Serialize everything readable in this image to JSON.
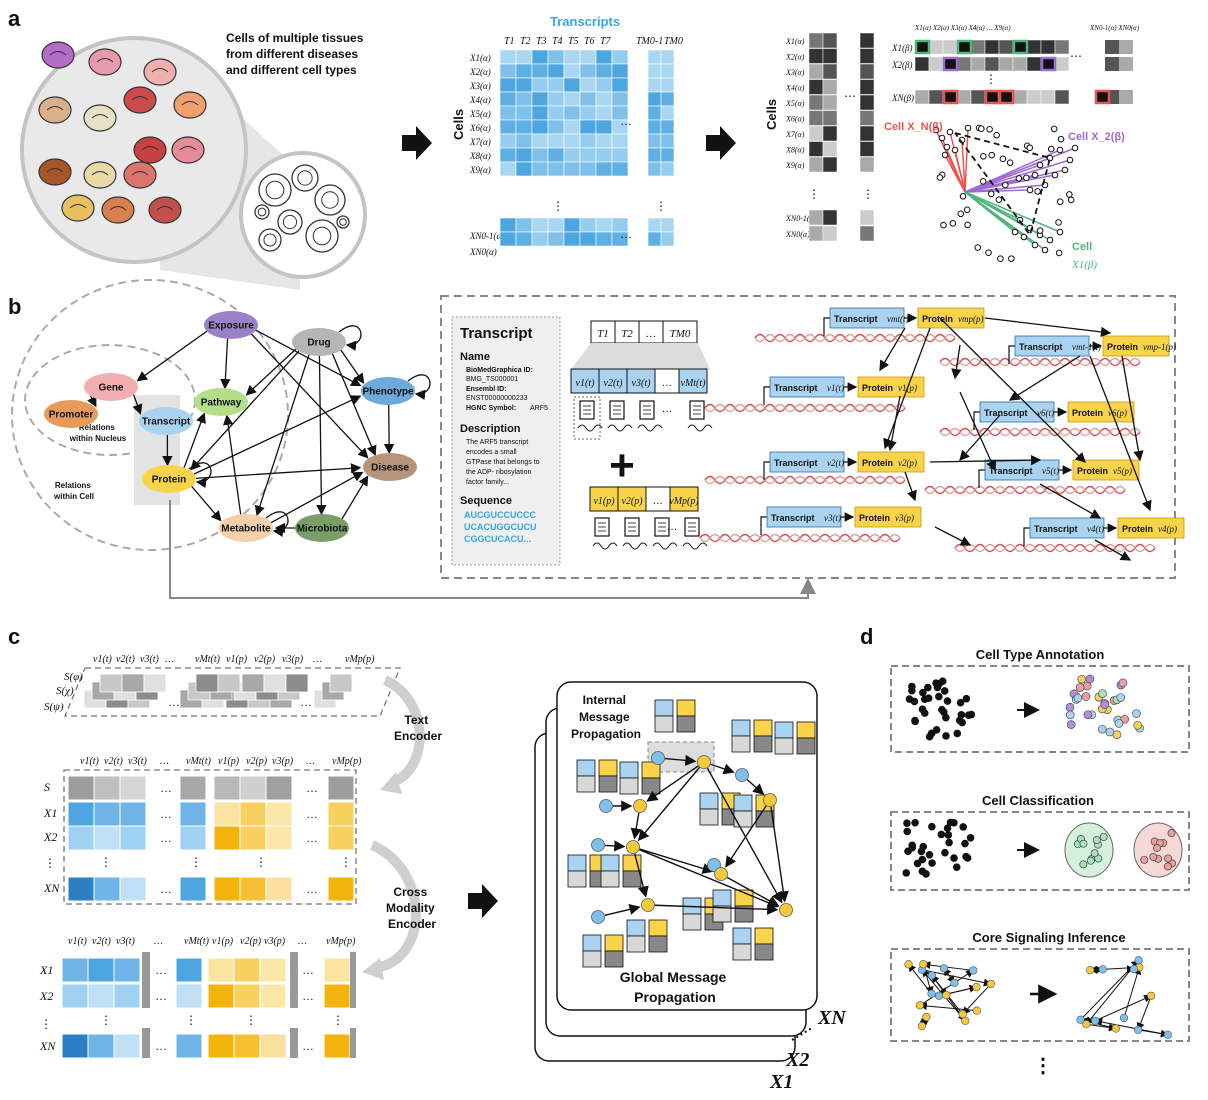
{
  "panels": [
    "a",
    "b",
    "c",
    "d"
  ],
  "panel_a": {
    "tissues_caption": [
      "Cells of multiple tissues",
      "from different diseases",
      "and different cell types"
    ],
    "transcripts_label": "Transcripts",
    "cells_label": "Cells",
    "col_headers": [
      "T1",
      "T2",
      "T3",
      "T4",
      "T5",
      "T6",
      "T7",
      "TM0-1",
      "TM0"
    ],
    "row_headers": [
      "X1(α)",
      "X2(α)",
      "X3(α)",
      "X4(α)",
      "X5(α)",
      "X6(α)",
      "X7(α)",
      "X8(α)",
      "X9(α)",
      "XN0-1(α)",
      "XN0(α)"
    ],
    "ellipsis": "…",
    "cell_n_label": "Cell X_N(β)",
    "cell_2_label": "Cell X_2(β)",
    "cell_1_label": "Cell",
    "cell_1_sub": "X1(β)",
    "beta_rows": [
      "X1(β)",
      "X2(β)",
      "XN(β)"
    ]
  },
  "panel_b": {
    "graph_nodes": [
      "Exposure",
      "Drug",
      "Gene",
      "Pathway",
      "Phenotype",
      "Promoter",
      "Transcript",
      "Disease",
      "Protein",
      "Metabolite",
      "Microbiota"
    ],
    "nucleus_label": [
      "Relations",
      "within Nucleus"
    ],
    "cell_label": [
      "Relations",
      "within Cell"
    ],
    "card_title": "Transcript",
    "name_heading": "Name",
    "name_lines": [
      {
        "k": "BioMedGraphica ID:",
        "v": "BMG_TS000001"
      },
      {
        "k": "Ensembl ID:",
        "v": "ENST00000000233"
      },
      {
        "k": "HGNC Symbol:",
        "v": "ARF5"
      }
    ],
    "description_heading": "Description",
    "description_lines": [
      "The ARF5 transcript",
      "encodes a small",
      "GTPase that belongs to",
      "the ADP- ribosylation",
      "factor family..."
    ],
    "sequence_heading": "Sequence",
    "sequence_lines": [
      "AUCGUCCUCCC",
      "UCACUGGCUCU",
      "CGGCUCACU..."
    ],
    "t_row": [
      "T1",
      "T2",
      "…",
      "TM0"
    ],
    "v_t_row": [
      "v1(t)",
      "v2(t)",
      "v3(t)",
      "…",
      "vMt(t)"
    ],
    "v_p_row": [
      "v1(p)",
      "v2(p)",
      "…",
      "vMp(p)"
    ],
    "plus": "+",
    "transcript_word": "Transcript",
    "protein_word": "Protein",
    "pairs": [
      {
        "t": "vmt(t)",
        "p": "vmp(p)"
      },
      {
        "t": "vmt-1(t)",
        "p": "vmp-1(p)"
      },
      {
        "t": "v1(t)",
        "p": "v1(p)"
      },
      {
        "t": "v6(t)",
        "p": "v6(p)"
      },
      {
        "t": "v2(t)",
        "p": "v2(p)"
      },
      {
        "t": "v5(t)",
        "p": "v5(p)"
      },
      {
        "t": "v3(t)",
        "p": "v3(p)"
      },
      {
        "t": "v4(t)",
        "p": "v4(p)"
      }
    ]
  },
  "panel_c": {
    "top_headers": [
      "v1(t)",
      "v2(t)",
      "v3(t)",
      "…",
      "vMt(t)",
      "v1(p)",
      "v2(p)",
      "v3(p)",
      "…",
      "vMp(p)"
    ],
    "s_labels": [
      "S(φ)",
      "S(χ)",
      "S(ψ)"
    ],
    "text_encoder": [
      "Text",
      "Encoder"
    ],
    "cross_modality": [
      "Cross",
      "Modality",
      "Encoder"
    ],
    "mid_rows": [
      "S",
      "X1",
      "X2",
      "⋮",
      "XN"
    ],
    "bottom_rows": [
      "X1",
      "X2",
      "⋮",
      "XN"
    ],
    "internal_mp": [
      "Internal",
      "Message",
      "Propagation"
    ],
    "global_mp": [
      "Global Message",
      "Propagation"
    ],
    "stack_labels": [
      "XN",
      "X2",
      "X1"
    ]
  },
  "panel_d": {
    "tasks": [
      "Cell Type Annotation",
      "Cell Classification",
      "Core Signaling Inference"
    ],
    "more": "⋮"
  },
  "colors": {
    "blue_dark": "#2b7fc5",
    "blue_mid": "#6fb4e6",
    "blue_light": "#bfe0f5",
    "yellow_dark": "#f2b40c",
    "yellow_mid": "#f7d060",
    "yellow_light": "#fbe8a8",
    "transcript_box": "#a9d3f0",
    "protein_box": "#f9d34a",
    "red": "#e9544f",
    "purple": "#9d6ad3",
    "green": "#52b47d",
    "label_blue": "#3aa5e6"
  }
}
